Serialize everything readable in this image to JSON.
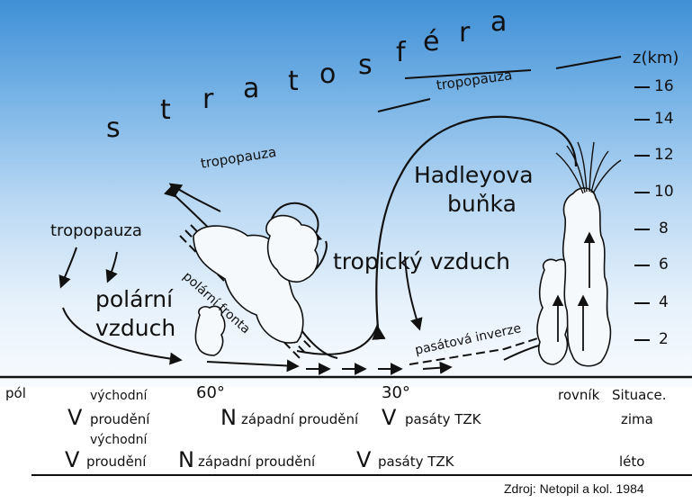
{
  "stratosphere_letters": [
    "s",
    "t",
    "r",
    "a",
    "t",
    "o",
    "s",
    "f",
    "é",
    "r",
    "a"
  ],
  "labels": {
    "tropopauza_upper": "tropopauza",
    "tropopauza_mid": "tropopauza",
    "tropopauza_left": "tropopauza",
    "hadley_line1": "Hadleyova",
    "hadley_line2": "buňka",
    "tropical_air": "tropický vzduch",
    "polar_air_line1": "polární",
    "polar_air_line2": "vzduch",
    "polar_front": "polární fronta",
    "trade_inversion": "pasátová inverze"
  },
  "z_axis": {
    "unit_label": "z(km)",
    "ticks": [
      "16",
      "14",
      "12",
      "10",
      "8",
      "6",
      "4",
      "2"
    ]
  },
  "latitudes": {
    "pole": "pól",
    "lat60": "60°",
    "lat30": "30°",
    "equator": "rovník",
    "situation": "Situace."
  },
  "winter_row": {
    "east_small": "východní",
    "east_V": "V",
    "east_flow": "proudění",
    "west_N": "N",
    "west_flow": "západní proudění",
    "trade_V": "V",
    "trade_label": "pasáty TZK",
    "season": "zima"
  },
  "summer_row": {
    "east_small": "východní",
    "east_V": "V",
    "east_flow": "proudění",
    "west_N": "N",
    "west_flow": "západní proudění",
    "trade_V": "V",
    "trade_label": "pasáty TZK",
    "season": "léto"
  },
  "source": "Zdroj: Netopil a kol. 1984",
  "colors": {
    "sky_top": "#3f8fd6",
    "sky_bottom": "#f8fbff",
    "ink": "#111111"
  }
}
